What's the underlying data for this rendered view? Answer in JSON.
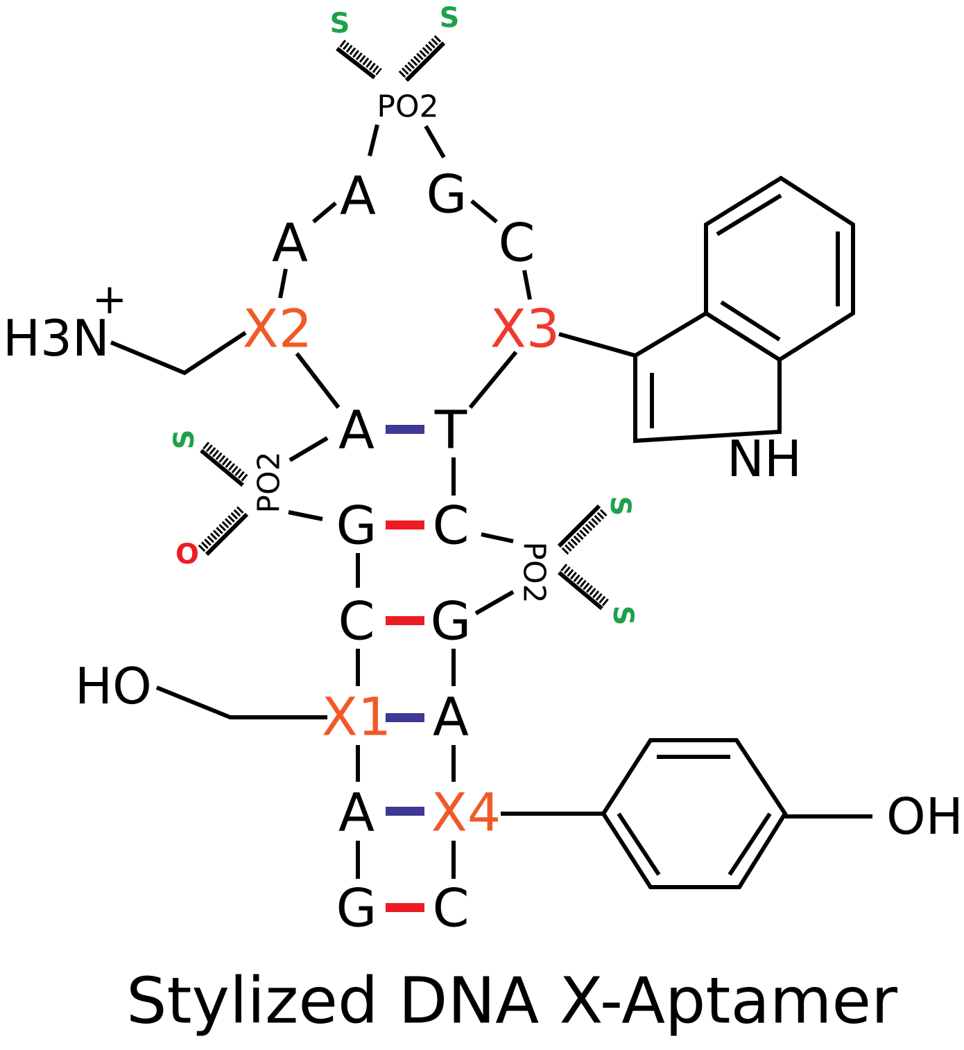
{
  "title": "Stylized DNA X-Aptamer",
  "colors": {
    "text": "#000000",
    "modified": "#f05a28",
    "modified_x3": "#ee3b2f",
    "sulfur": "#1ea14a",
    "oxygen": "#ed1c24",
    "pair_strong": "#ed1c24",
    "pair_weak": "#3f3896"
  },
  "bases": {
    "loop_a1": "A",
    "loop_a2": "A",
    "loop_g": "G",
    "loop_c": "C",
    "x2": "X2",
    "x3": "X3",
    "stem_left": [
      "A",
      "G",
      "C",
      "X1",
      "A",
      "G"
    ],
    "stem_right": [
      "T",
      "C",
      "G",
      "A",
      "X4",
      "C"
    ]
  },
  "pairs": [
    "weak",
    "strong",
    "strong",
    "weak",
    "weak",
    "strong"
  ],
  "groups": {
    "amine": "H3N",
    "amine_charge": "+",
    "hydroxyl_left": "HO",
    "hydroxyl_right": "OH",
    "indole_nh": "NH",
    "phosphate": "PO2",
    "sulfur": "S",
    "oxygen": "O"
  }
}
